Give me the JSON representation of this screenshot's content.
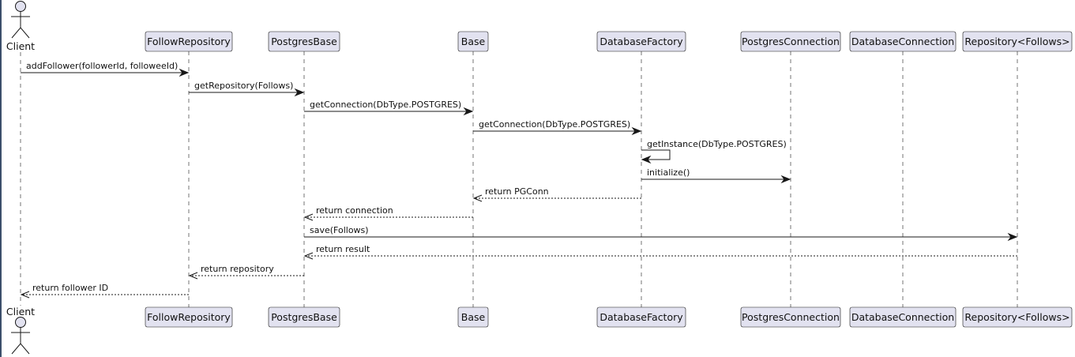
{
  "diagram": {
    "participants": [
      {
        "id": "client",
        "label": "Client",
        "kind": "actor"
      },
      {
        "id": "followrepo",
        "label": "FollowRepository",
        "kind": "box"
      },
      {
        "id": "pgbase",
        "label": "PostgresBase",
        "kind": "box"
      },
      {
        "id": "base",
        "label": "Base",
        "kind": "box"
      },
      {
        "id": "dbfactory",
        "label": "DatabaseFactory",
        "kind": "box"
      },
      {
        "id": "pgconn",
        "label": "PostgresConnection",
        "kind": "box"
      },
      {
        "id": "dbconn",
        "label": "DatabaseConnection",
        "kind": "box"
      },
      {
        "id": "repofollows",
        "label": "Repository<Follows>",
        "kind": "box"
      }
    ],
    "messages": [
      {
        "from": "client",
        "to": "followrepo",
        "label": "addFollower(followerId, followeeId)",
        "style": "solid"
      },
      {
        "from": "followrepo",
        "to": "pgbase",
        "label": "getRepository(Follows)",
        "style": "solid"
      },
      {
        "from": "pgbase",
        "to": "base",
        "label": "getConnection(DbType.POSTGRES)",
        "style": "solid"
      },
      {
        "from": "base",
        "to": "dbfactory",
        "label": "getConnection(DbType.POSTGRES)",
        "style": "solid"
      },
      {
        "from": "dbfactory",
        "to": "dbfactory",
        "label": "getInstance(DbType.POSTGRES)",
        "style": "self"
      },
      {
        "from": "dbfactory",
        "to": "pgconn",
        "label": "initialize()",
        "style": "solid"
      },
      {
        "from": "dbfactory",
        "to": "base",
        "label": "return PGConn",
        "style": "dashed"
      },
      {
        "from": "base",
        "to": "pgbase",
        "label": "return connection",
        "style": "dashed"
      },
      {
        "from": "pgbase",
        "to": "repofollows",
        "label": "save(Follows)",
        "style": "solid"
      },
      {
        "from": "repofollows",
        "to": "pgbase",
        "label": "return result",
        "style": "dashed"
      },
      {
        "from": "pgbase",
        "to": "followrepo",
        "label": "return repository",
        "style": "dashed"
      },
      {
        "from": "followrepo",
        "to": "client",
        "label": "return follower ID",
        "style": "dashed"
      }
    ]
  }
}
